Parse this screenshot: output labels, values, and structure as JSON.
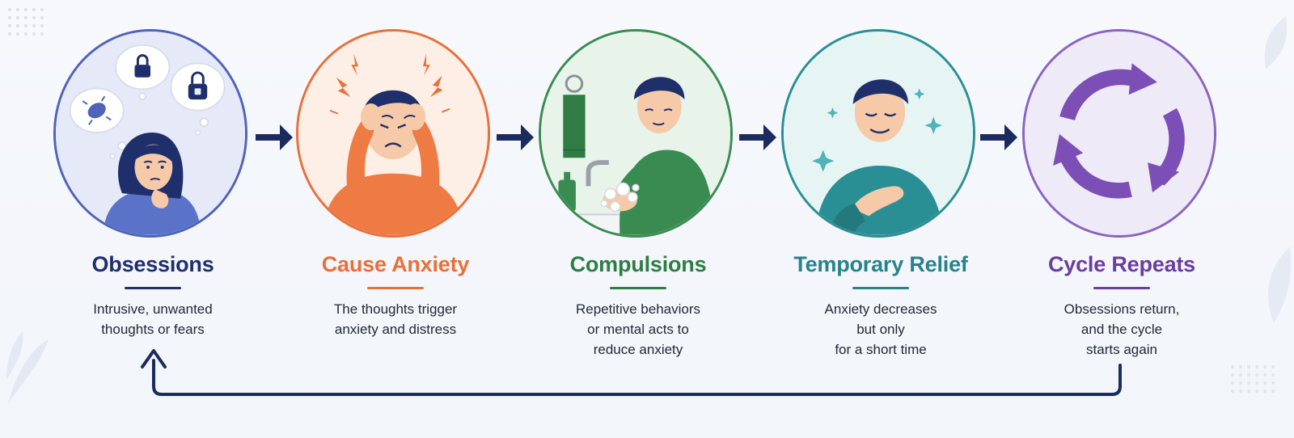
{
  "steps": [
    {
      "id": "obsessions",
      "title": "Obsessions",
      "description": [
        "Intrusive, unwanted",
        "thoughts or fears"
      ],
      "color": "#1f2f6b",
      "ring": "#4f63b8",
      "fill": "#e6e9f7",
      "icon": "worried-person-with-thought-bubbles"
    },
    {
      "id": "cause-anxiety",
      "title": "Cause Anxiety",
      "description": [
        "The thoughts trigger",
        "anxiety and distress"
      ],
      "color": "#e8703a",
      "ring": "#e8703a",
      "fill": "#fdeee6",
      "icon": "stressed-person-holding-head"
    },
    {
      "id": "compulsions",
      "title": "Compulsions",
      "description": [
        "Repetitive behaviors",
        "or mental acts to",
        "reduce anxiety"
      ],
      "color": "#2f7d45",
      "ring": "#3a8b52",
      "fill": "#e8f3ea",
      "icon": "person-washing-hands"
    },
    {
      "id": "temporary-relief",
      "title": "Temporary Relief",
      "description": [
        "Anxiety decreases",
        "but only",
        "for a short time"
      ],
      "color": "#27838a",
      "ring": "#2a8f95",
      "fill": "#e6f4f4",
      "icon": "relieved-person-hand-on-chest"
    },
    {
      "id": "cycle-repeats",
      "title": "Cycle Repeats",
      "description": [
        "Obsessions return,",
        "and the cycle",
        "starts again"
      ],
      "color": "#6a3d9e",
      "ring": "#8a63c0",
      "fill": "#efeaf7",
      "icon": "circular-arrows-icon"
    }
  ],
  "arrow_color": "#1c2b5e",
  "loop_color": "#1c2b5e"
}
